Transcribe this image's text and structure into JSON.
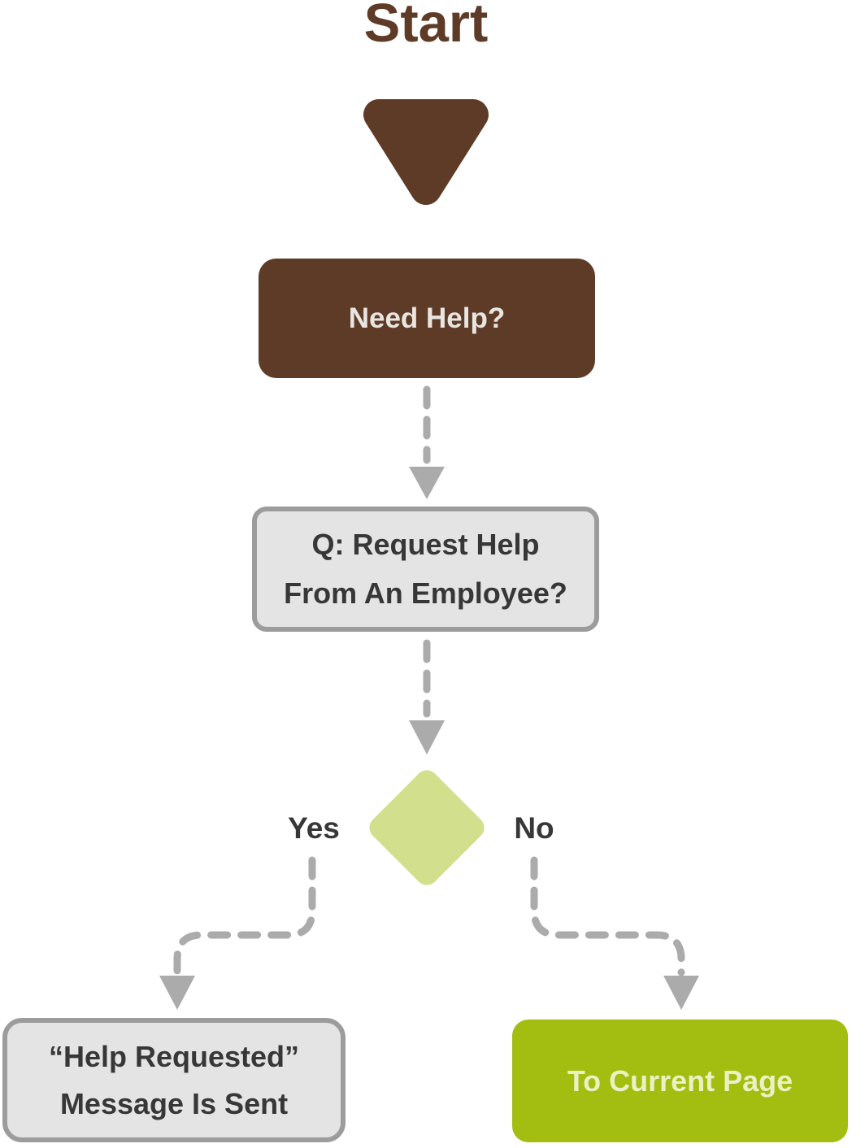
{
  "flowchart": {
    "title": "Start",
    "nodes": {
      "need_help": {
        "label": "Need Help?"
      },
      "question": {
        "line1": "Q: Request Help",
        "line2": "From An Employee?"
      },
      "message_sent": {
        "line1": "“Help Requested”",
        "line2": "Message Is Sent"
      },
      "current_page": {
        "label": "To Current Page"
      }
    },
    "branch_labels": {
      "yes": "Yes",
      "no": "No"
    },
    "colors": {
      "brown": "#5E3B26",
      "diamond_green": "#D2DF8C",
      "olive_green": "#A3BD11",
      "gray_fill": "#E4E4E4",
      "gray_border": "#9C9C9C",
      "arrow_gray": "#ABABAB",
      "dark_text": "#373737",
      "light_text": "#E9E6E2",
      "olive_text": "#EAF2C4",
      "background": "#FFFFFF"
    }
  }
}
